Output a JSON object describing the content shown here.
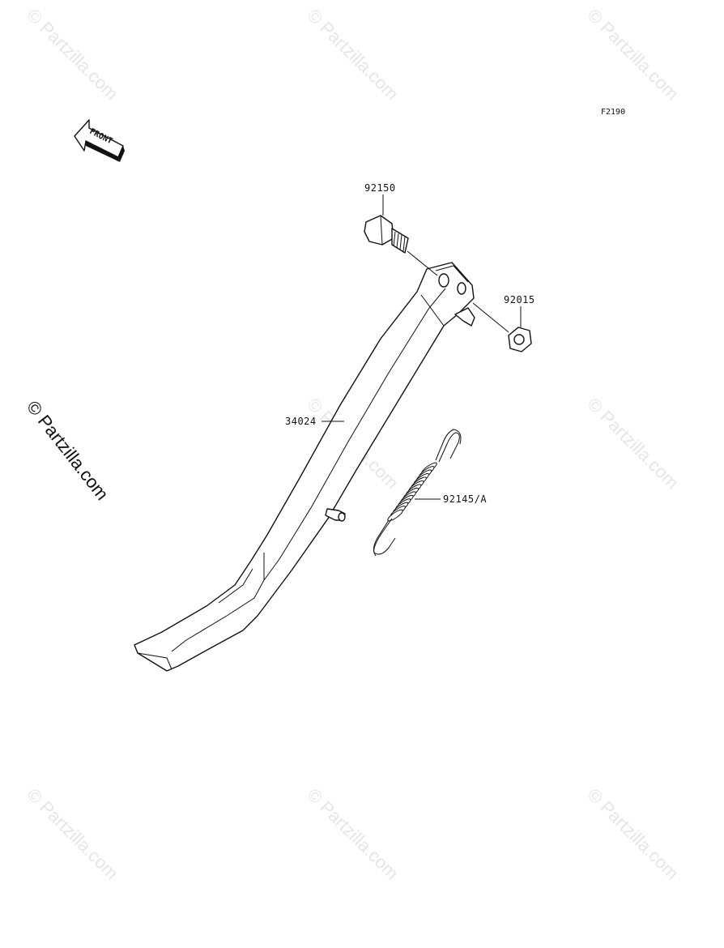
{
  "diagram_code": "F2190",
  "watermark": "© Partzilla.com",
  "front_arrow": {
    "text": "FRONT",
    "icon": "front-direction-arrow-icon"
  },
  "parts": [
    {
      "number": "92150",
      "icon": "bolt-icon"
    },
    {
      "number": "92015",
      "icon": "nut-icon"
    },
    {
      "number": "34024",
      "icon": "side-stand-icon"
    },
    {
      "number": "92145/A",
      "icon": "spring-icon"
    }
  ]
}
